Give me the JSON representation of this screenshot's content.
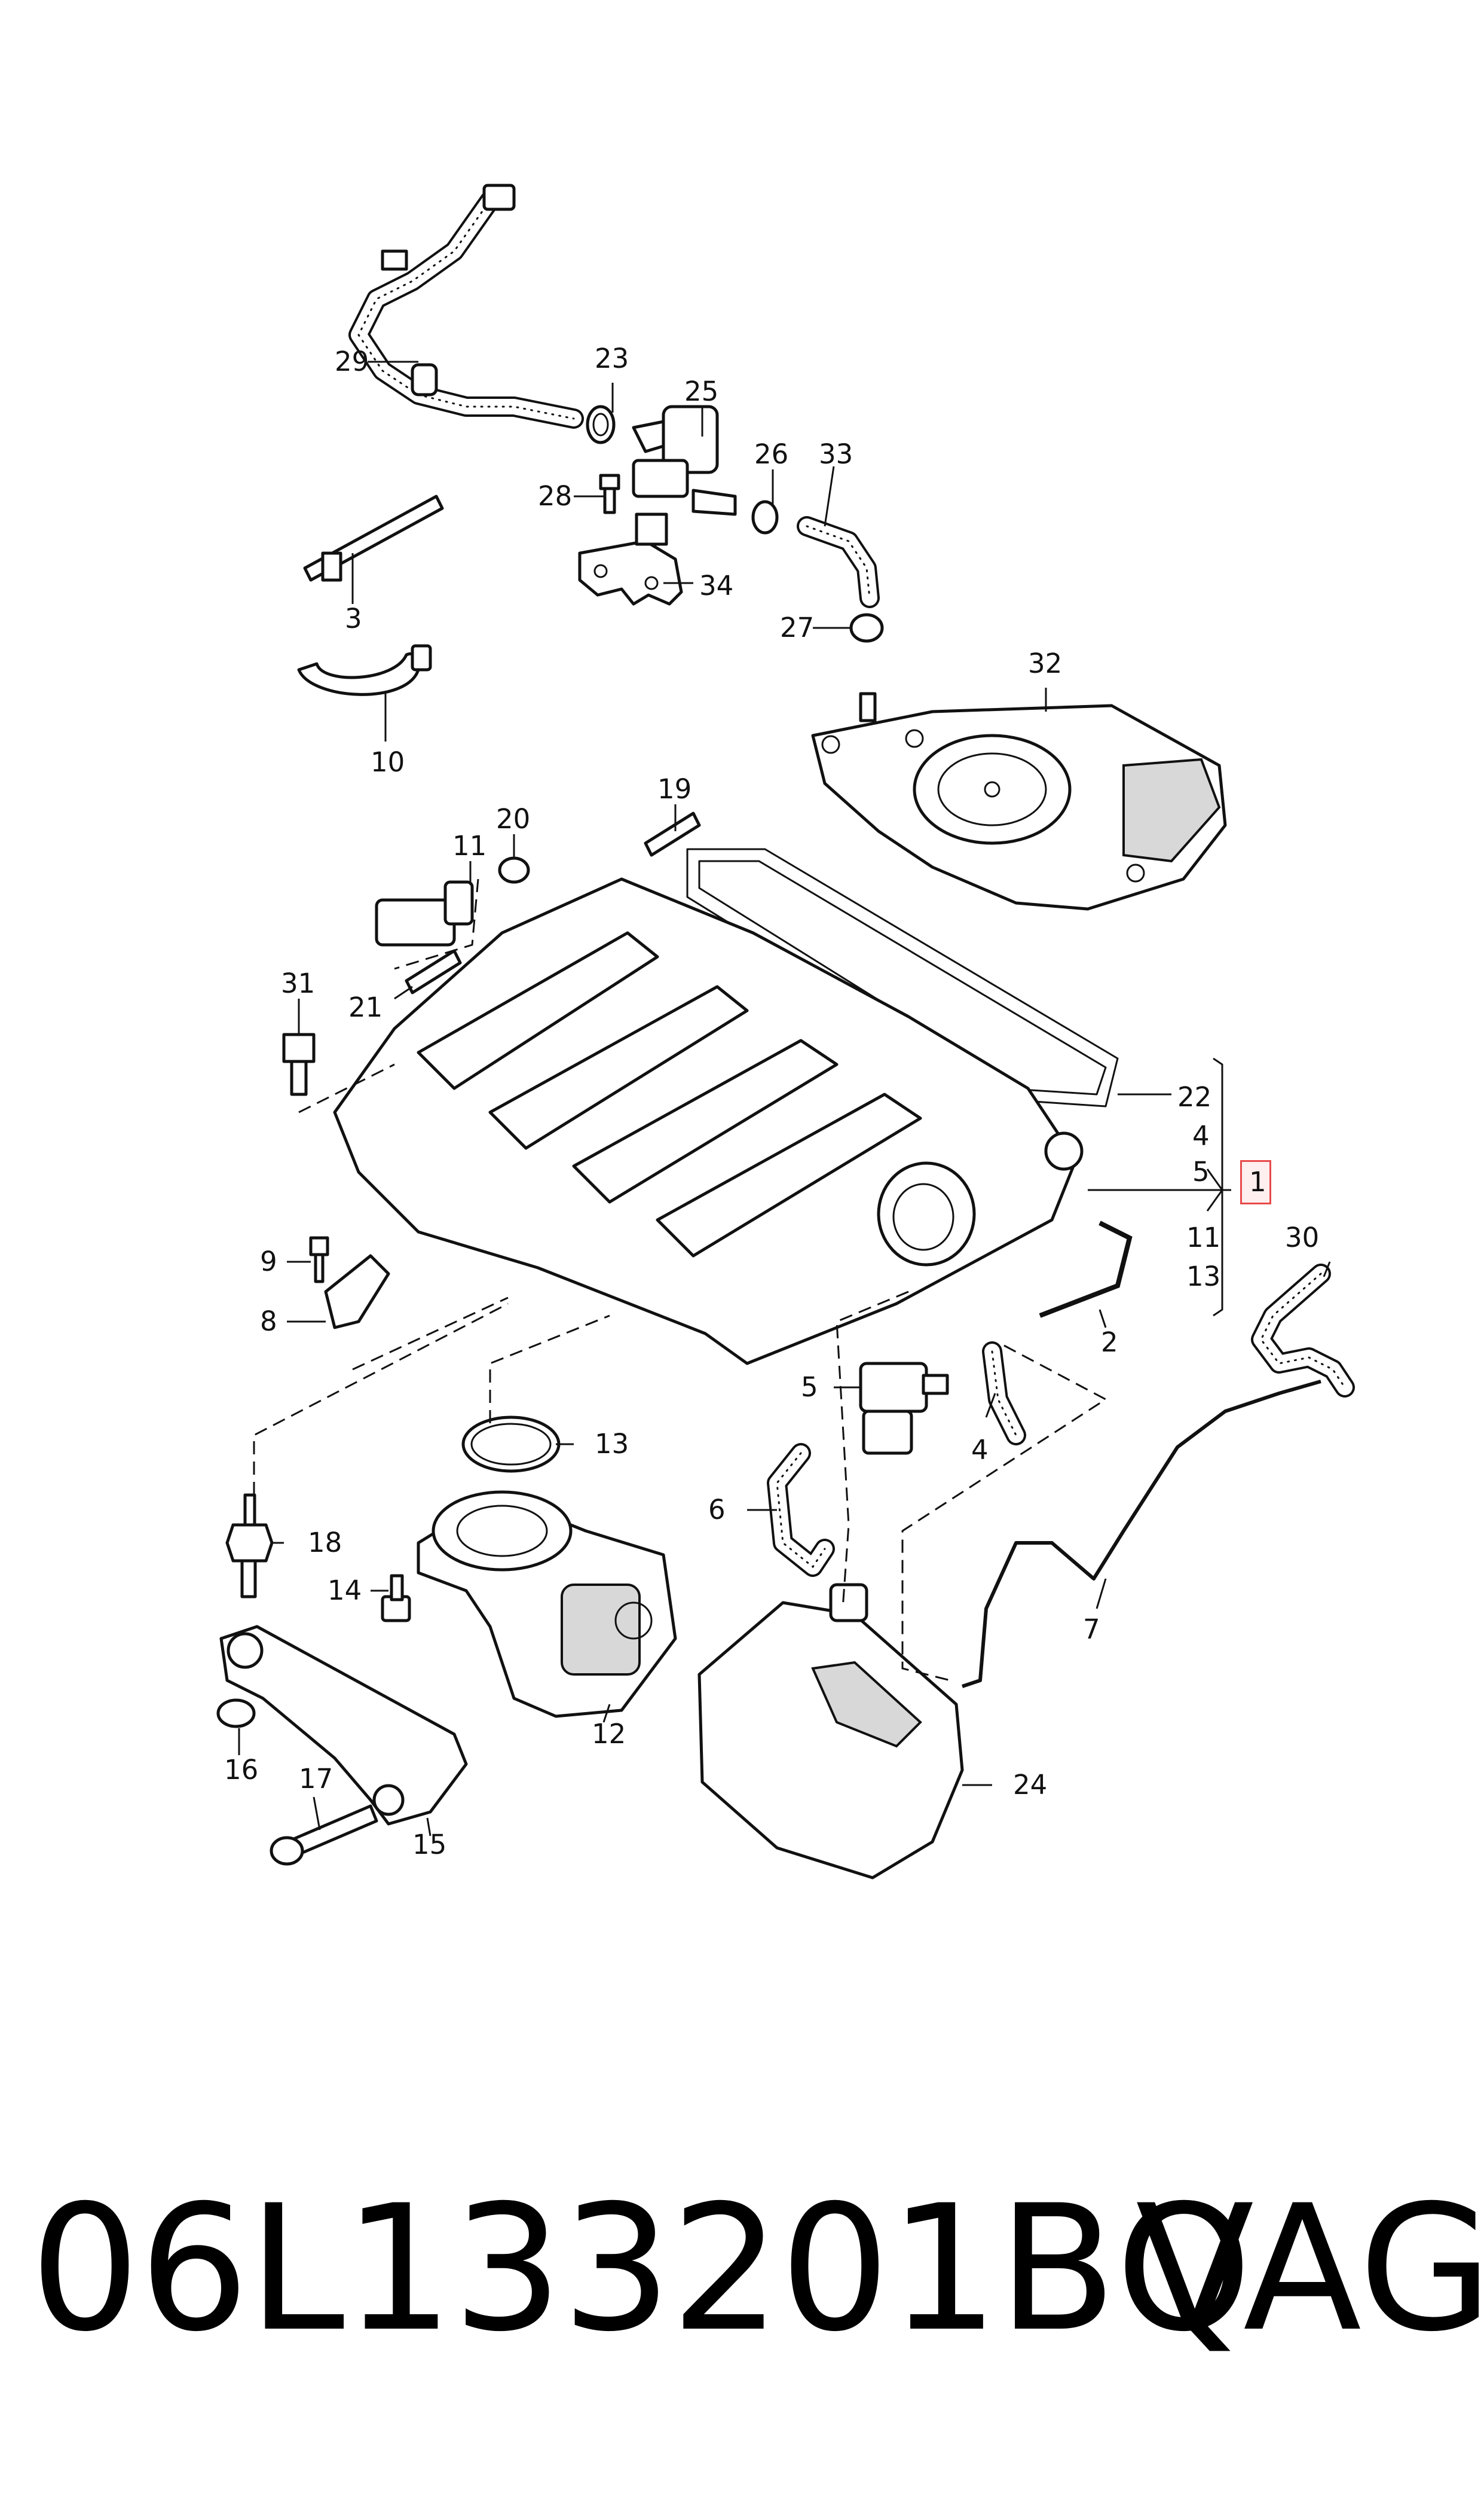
{
  "part_number": "06L133201BQ",
  "brand": "VAG",
  "highlighted_label": "1",
  "callouts": {
    "c1": "1",
    "c2": "2",
    "c3": "3",
    "c4a": "4",
    "c4b": "4",
    "c5a": "5",
    "c5b": "5",
    "c6": "6",
    "c7": "7",
    "c8": "8",
    "c9": "9",
    "c10": "10",
    "c11a": "11",
    "c11b": "11",
    "c12": "12",
    "c13a": "13",
    "c13b": "13",
    "c14": "14",
    "c15": "15",
    "c16": "16",
    "c17": "17",
    "c18": "18",
    "c19": "19",
    "c20": "20",
    "c21": "21",
    "c22": "22",
    "c23": "23",
    "c24": "24",
    "c25": "25",
    "c26": "26",
    "c27": "27",
    "c28": "28",
    "c29": "29",
    "c30": "30",
    "c31": "31",
    "c32": "32",
    "c33": "33",
    "c34": "34"
  }
}
